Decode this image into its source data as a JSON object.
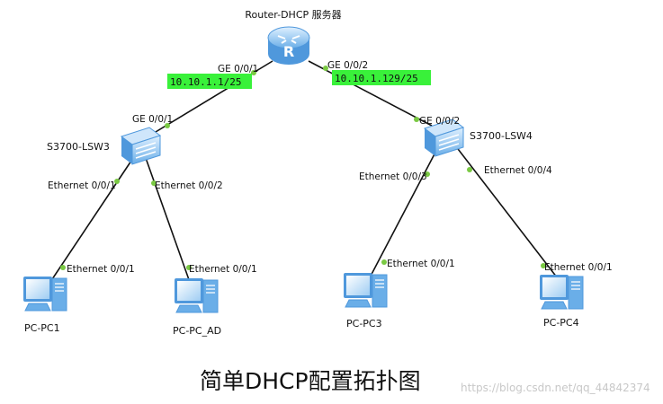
{
  "title": "Router-DHCP 服务器",
  "caption": "简单DHCP配置拓扑图",
  "watermark": "https://blog.csdn.net/qq_44842374",
  "colors": {
    "ip_bg": "#39f13a",
    "link_dot": "#7ac943",
    "device_blue": "#5aa6e6"
  },
  "router": {
    "name": "Router-DHCP 服务器",
    "icon": "router-icon",
    "port_left": "GE 0/0/1",
    "port_right": "GE 0/0/2",
    "ip_left": "10.10.1.1/25",
    "ip_right": "10.10.1.129/25"
  },
  "switches": [
    {
      "name": "S3700-LSW3",
      "icon": "switch-icon",
      "uplink": "GE 0/0/1",
      "port_a": "Ethernet 0/0/1",
      "port_b": "Ethernet 0/0/2"
    },
    {
      "name": "S3700-LSW4",
      "icon": "switch-icon",
      "uplink": "GE 0/0/2",
      "port_a": "Ethernet 0/0/3",
      "port_b": "Ethernet 0/0/4"
    }
  ],
  "pcs": [
    {
      "name": "PC-PC1",
      "port": "Ethernet 0/0/1",
      "icon": "pc-icon"
    },
    {
      "name": "PC-PC_AD",
      "port": "Ethernet 0/0/1",
      "icon": "pc-icon"
    },
    {
      "name": "PC-PC3",
      "port": "Ethernet 0/0/1",
      "icon": "pc-icon"
    },
    {
      "name": "PC-PC4",
      "port": "Ethernet 0/0/1",
      "icon": "pc-icon"
    }
  ]
}
